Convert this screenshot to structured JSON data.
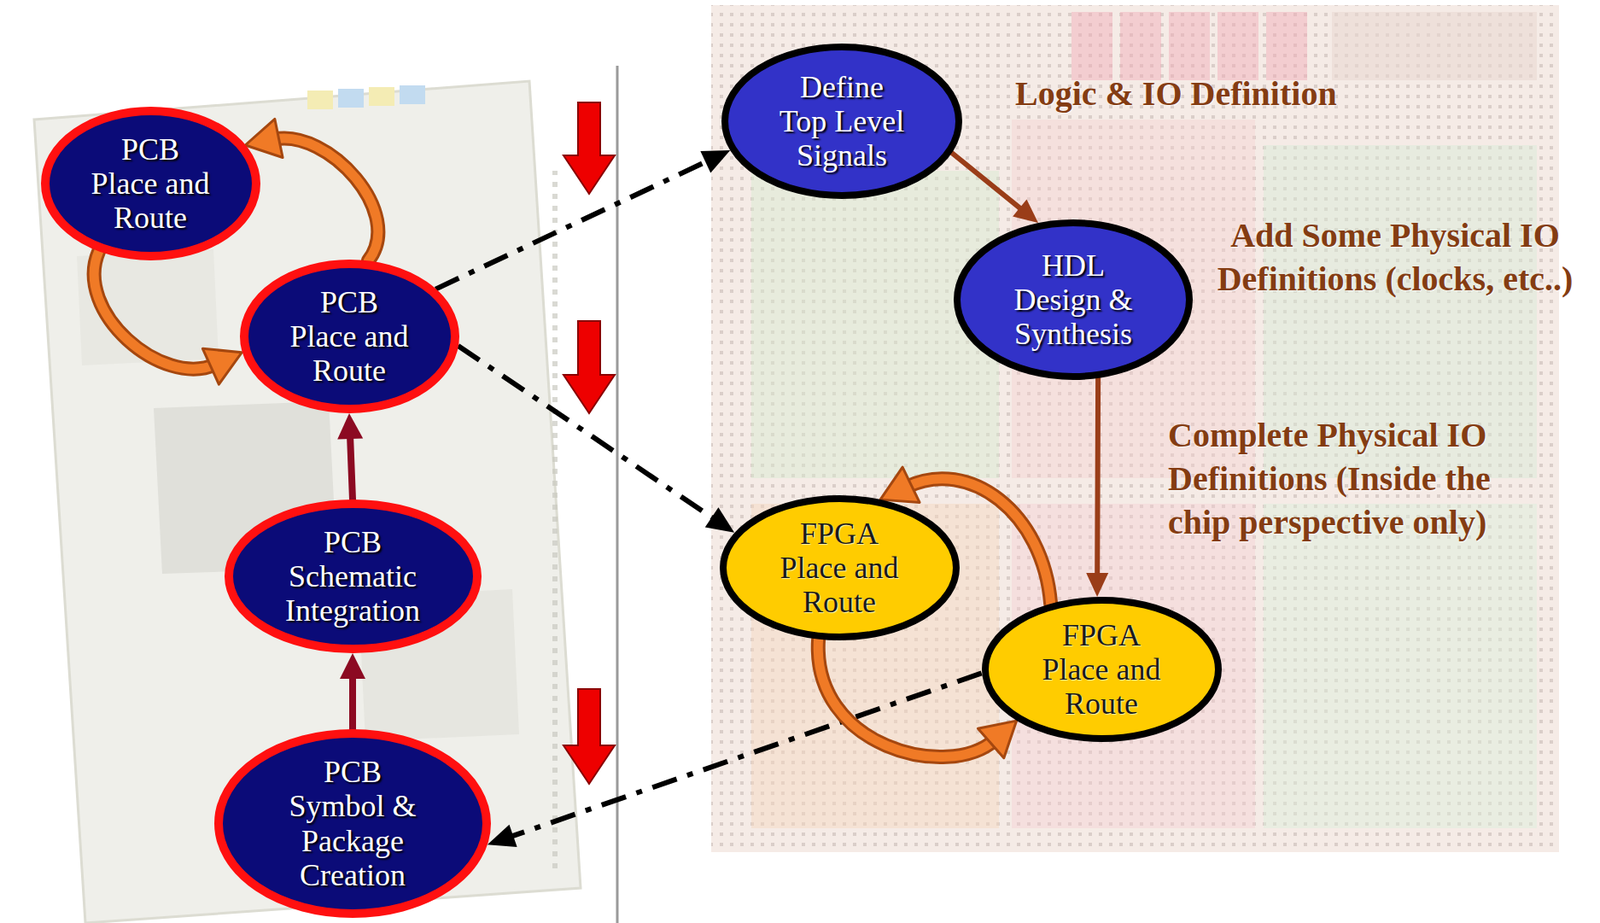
{
  "diagram": {
    "nodes": [
      {
        "text": [
          "PCB Place and Route"
        ]
      },
      {
        "text": [
          "PCB Place and Route"
        ]
      },
      {
        "text": [
          "PCB Schematic Integration"
        ]
      },
      {
        "text": [
          "PCB Symbol & Package Creation"
        ]
      },
      {
        "text": [
          "Define Top Level Signals"
        ]
      },
      {
        "text": [
          "HDL Design & Synthesis"
        ]
      },
      {
        "text": [
          "FPGA Place and Route"
        ]
      },
      {
        "text": [
          "FPGA Place and Route"
        ]
      }
    ],
    "edges": [
      {
        "from": 3,
        "to": 2,
        "arrow": "to"
      },
      {
        "from": 2,
        "to": 1,
        "arrow": "to"
      },
      {
        "from": 1,
        "to": 0,
        "arrow": "to"
      },
      {
        "from": 0,
        "to": 1,
        "arrow": "to"
      },
      {
        "from": 1,
        "to": 4,
        "arrow": "to"
      },
      {
        "from": 1,
        "to": 6,
        "arrow": "to"
      },
      {
        "from": 7,
        "to": 3,
        "arrow": "to"
      },
      {
        "from": 4,
        "to": 5,
        "arrow": "to"
      },
      {
        "from": 5,
        "to": 7,
        "arrow": "to"
      },
      {
        "from": 7,
        "to": 6,
        "arrow": "to"
      },
      {
        "from": 6,
        "to": 7,
        "arrow": "to"
      }
    ],
    "labels": [
      "Logic & IO Definition",
      "Add Some Physical IO Definitions (clocks, etc..)",
      "Complete Physical IO Definitions (Inside the chip perspective only)"
    ]
  }
}
